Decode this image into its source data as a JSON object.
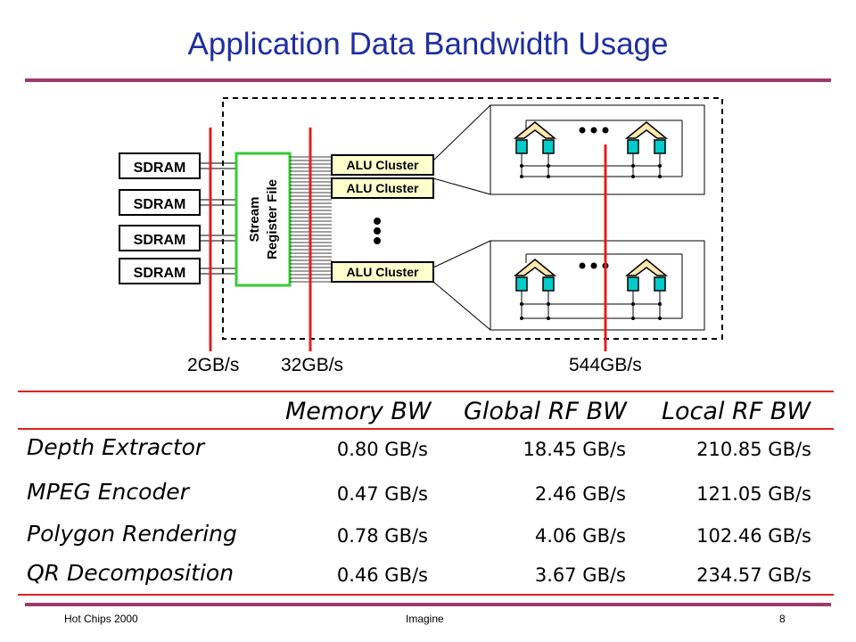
{
  "title": "Application Data Bandwidth Usage",
  "diagram": {
    "sdram_labels": [
      "SDRAM",
      "SDRAM",
      "SDRAM",
      "SDRAM"
    ],
    "srf_label_line1": "Stream",
    "srf_label_line2": "Register File",
    "alu_labels": [
      "ALU Cluster",
      "ALU Cluster",
      "ALU Cluster"
    ],
    "bandwidth_labels": [
      "2GB/s",
      "32GB/s",
      "544GB/s"
    ],
    "colors": {
      "red_line": "#e02020",
      "srf_border": "#33cc33",
      "alu_fill": "#ffffcc",
      "register": "#00cccc",
      "alu_unit": "#ffe8b0"
    }
  },
  "table": {
    "headers": [
      "Memory BW",
      "Global RF BW",
      "Local RF BW"
    ],
    "rows": [
      {
        "name": "Depth Extractor",
        "memory": "0.80 GB/s",
        "global": "18.45 GB/s",
        "local": "210.85 GB/s"
      },
      {
        "name": "MPEG Encoder",
        "memory": "0.47 GB/s",
        "global": "2.46 GB/s",
        "local": "121.05 GB/s"
      },
      {
        "name": "Polygon Rendering",
        "memory": "0.78 GB/s",
        "global": "4.06 GB/s",
        "local": "102.46 GB/s"
      },
      {
        "name": "QR Decomposition",
        "memory": "0.46 GB/s",
        "global": "3.67 GB/s",
        "local": "234.57 GB/s"
      }
    ]
  },
  "footer": {
    "left": "Hot Chips 2000",
    "center": "Imagine",
    "right": "8"
  }
}
